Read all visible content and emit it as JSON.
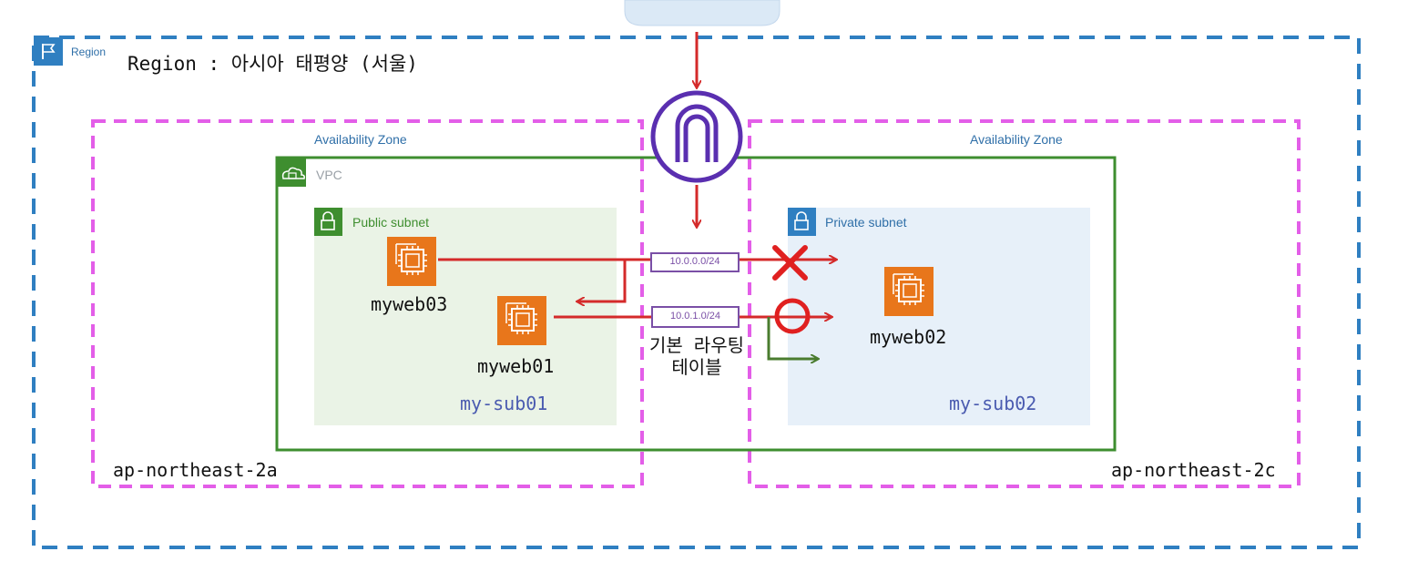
{
  "region": {
    "tag": "Region",
    "title": "Region : 아시아 태평양 (서울)"
  },
  "availability_zones": [
    {
      "label": "Availability Zone",
      "name": "ap-northeast-2a"
    },
    {
      "label": "Availability Zone",
      "name": "ap-northeast-2c"
    }
  ],
  "vpc": {
    "label": "VPC"
  },
  "subnets": {
    "public": {
      "label": "Public subnet",
      "name": "my-sub01"
    },
    "private": {
      "label": "Private subnet",
      "name": "my-sub02"
    }
  },
  "instances": {
    "myweb03": "myweb03",
    "myweb01": "myweb01",
    "myweb02": "myweb02"
  },
  "route_table": {
    "line1": "기본 라우팅",
    "line2": "테이블",
    "routes": [
      "10.0.0.0/24",
      "10.0.1.0/24"
    ]
  },
  "colors": {
    "region_border": "#2f7fc1",
    "az_border": "#e35ee8",
    "vpc_border": "#3e8e2f",
    "public_fill": "#eaf3e6",
    "private_fill": "#e7f0f9",
    "arrow_red": "#d42a2a",
    "arrow_green": "#4a7c2f",
    "igw_purple": "#5a2fb0",
    "ec2_orange": "#e8761b"
  },
  "icons": {
    "region": "flag-icon",
    "vpc": "cloud-lock-icon",
    "subnet": "padlock-icon",
    "instance": "ec2-chip-icon",
    "gateway": "internet-gateway-icon",
    "blocked": "x-mark-icon",
    "allowed": "circle-mark-icon"
  }
}
